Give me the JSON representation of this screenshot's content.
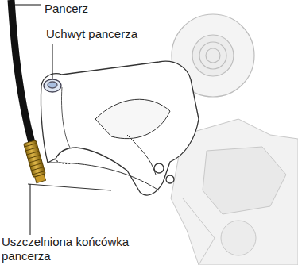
{
  "diagram": {
    "labels": [
      "Pancerz",
      "Uchwyt pancerza",
      "Uszczelniona końcówka pancerza"
    ]
  }
}
